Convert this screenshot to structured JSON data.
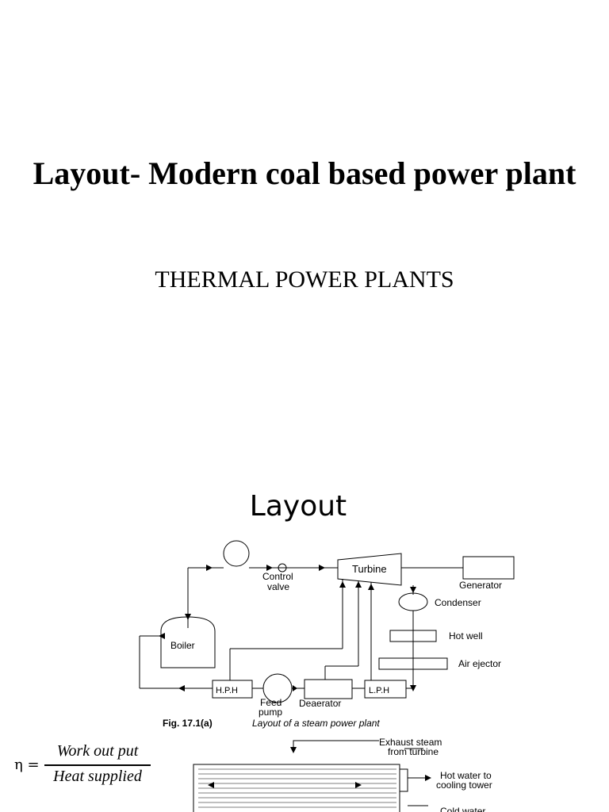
{
  "slide1": {
    "title": "Layout- Modern coal based power plant",
    "subtitle": "THERMAL POWER PLANTS"
  },
  "slide2": {
    "heading": "Layout",
    "figure": {
      "labels": {
        "control_valve_1": "Control",
        "control_valve_2": "valve",
        "turbine": "Turbine",
        "generator": "Generator",
        "condenser": "Condenser",
        "hot_well": "Hot well",
        "air_ejector": "Air ejector",
        "boiler": "Boiler",
        "hph": "H.P.H",
        "lph": "L.P.H",
        "feed_pump_1": "Feed",
        "feed_pump_2": "pump",
        "deaerator": "Deaerator"
      },
      "caption_number": "Fig. 17.1(a)",
      "caption_text": "Layout of a steam power plant"
    },
    "condenser_figure": {
      "exhaust_1": "Exhaust steam",
      "exhaust_2": "from turbine",
      "hot_water_1": "Hot water to",
      "hot_water_2": "cooling tower",
      "cold_water": "Cold water"
    },
    "formula": {
      "symbol": "η =",
      "numerator": "Work out put",
      "denominator": "Heat supplied"
    }
  }
}
